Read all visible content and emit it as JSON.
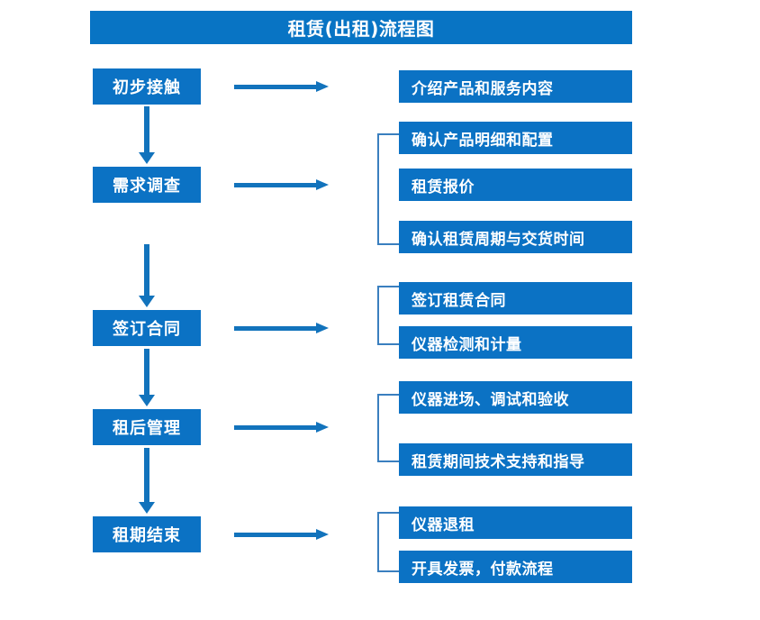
{
  "title": {
    "text": "租赁(出租)流程图"
  },
  "colors": {
    "banner": "#0874c4",
    "box": "#0b72c4",
    "arrow": "#1273bc",
    "bracket": "#3a7fbf",
    "text": "#ffffff",
    "background": "#ffffff"
  },
  "stages": [
    {
      "label": "初步接触"
    },
    {
      "label": "需求调查"
    },
    {
      "label": "签订合同"
    },
    {
      "label": "租后管理"
    },
    {
      "label": "租期结束"
    }
  ],
  "details": [
    {
      "label": "介绍产品和服务内容"
    },
    {
      "label": "确认产品明细和配置"
    },
    {
      "label": "租赁报价"
    },
    {
      "label": "确认租赁周期与交货时间"
    },
    {
      "label": "签订租赁合同"
    },
    {
      "label": "仪器检测和计量"
    },
    {
      "label": "仪器进场、调试和验收"
    },
    {
      "label": "租赁期间技术支持和指导"
    },
    {
      "label": "仪器退租"
    },
    {
      "label": "开具发票，付款流程"
    }
  ],
  "groups": [
    {
      "stage": "需求调查",
      "items": [
        "确认产品明细和配置",
        "租赁报价",
        "确认租赁周期与交货时间"
      ]
    },
    {
      "stage": "签订合同",
      "items": [
        "签订租赁合同",
        "仪器检测和计量"
      ]
    },
    {
      "stage": "租后管理",
      "items": [
        "仪器进场、调试和验收",
        "租赁期间技术支持和指导"
      ]
    },
    {
      "stage": "租期结束",
      "items": [
        "仪器退租",
        "开具发票，付款流程"
      ]
    }
  ],
  "connectors": {
    "horizontal_arrow_count": 5,
    "vertical_arrow_count": 4,
    "bracket_count": 4
  }
}
